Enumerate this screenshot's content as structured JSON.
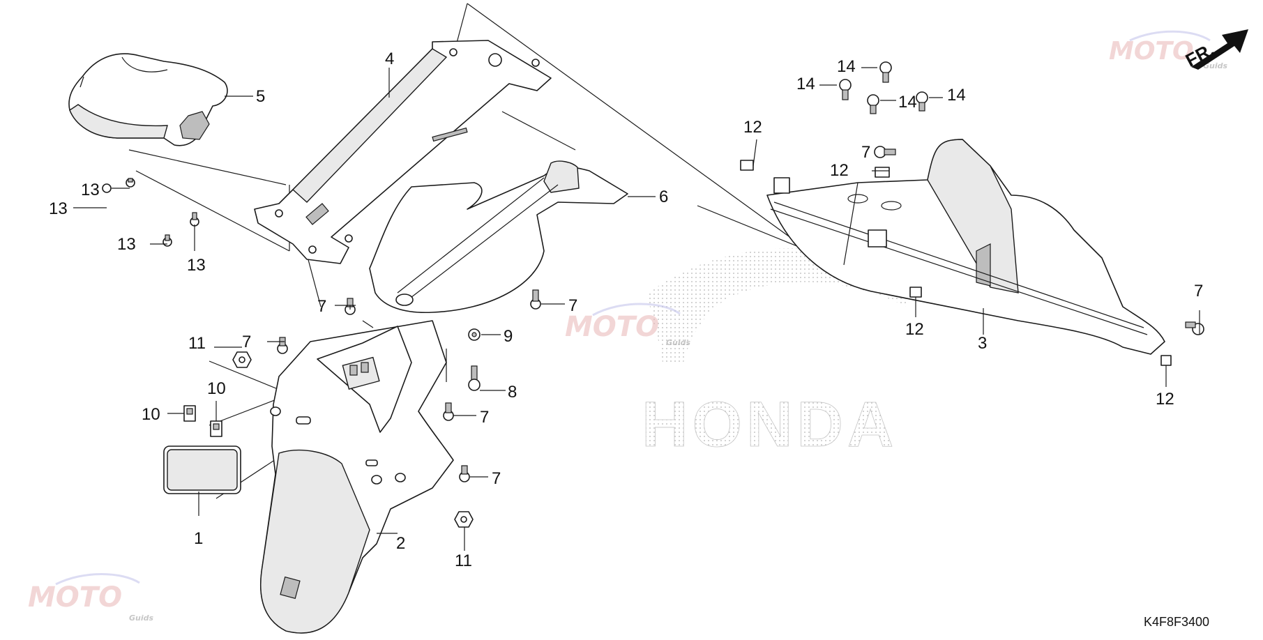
{
  "diagram_code": "K4F8F3400",
  "direction_label": "FR.",
  "watermark": {
    "text": "MOTO",
    "sub": "Guids"
  },
  "background_logo": {
    "text": "HONDA"
  },
  "parts": [
    {
      "id": "p1",
      "label": "1"
    },
    {
      "id": "p2",
      "label": "2"
    },
    {
      "id": "p3",
      "label": "3"
    },
    {
      "id": "p4",
      "label": "4"
    },
    {
      "id": "p5",
      "label": "5"
    },
    {
      "id": "p6",
      "label": "6"
    },
    {
      "id": "p7",
      "label": "7"
    },
    {
      "id": "p8",
      "label": "8"
    },
    {
      "id": "p9",
      "label": "9"
    },
    {
      "id": "p10",
      "label": "10"
    },
    {
      "id": "p11",
      "label": "11"
    },
    {
      "id": "p12",
      "label": "12"
    },
    {
      "id": "p13",
      "label": "13"
    },
    {
      "id": "p14",
      "label": "14"
    }
  ]
}
